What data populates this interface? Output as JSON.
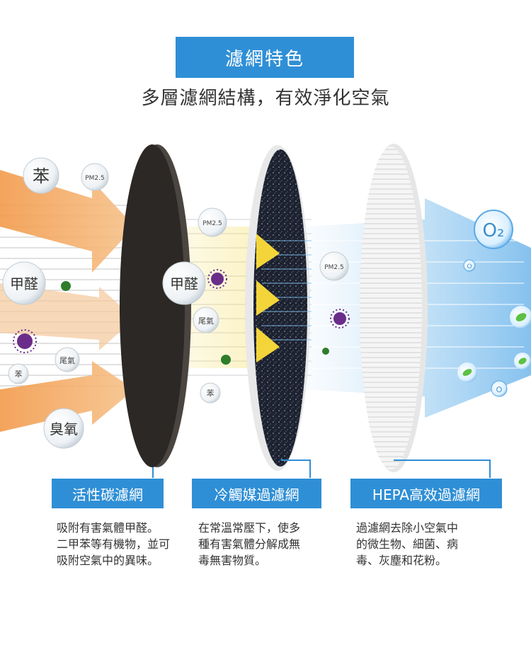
{
  "header": {
    "title": "濾網特色",
    "subtitle": "多層濾網結構，有效淨化空氣"
  },
  "illustration": {
    "pollutant_labels": {
      "benzene_large": "苯",
      "pm25_top": "PM2.5",
      "formaldehyde_left": "甲醛",
      "exhaust_left": "尾氣",
      "benzene_small": "苯",
      "ozone": "臭氧",
      "pm25_mid": "PM2.5",
      "formaldehyde_mid": "甲醛",
      "exhaust_mid": "尾氣",
      "benzene_mid": "苯",
      "pm25_right": "PM2.5",
      "o2_large": "O₂",
      "o2_small_1": "O",
      "o2_small_2": "O"
    }
  },
  "layers": [
    {
      "name": "活性碳濾網",
      "description": "吸附有害氣體甲醛。\n二甲苯等有機物，並可\n吸附空氣中的異味。"
    },
    {
      "name": "冷觸媒過濾網",
      "description": "在常溫常壓下，使多\n種有害氣體分解成無\n毒無害物質。"
    },
    {
      "name": "HEPA高效過濾網",
      "description": "過濾網去除小空氣中\n的微生物、細菌、病\n毒、灰塵和花粉。"
    }
  ],
  "colors": {
    "accent": "#2f8fd6",
    "carbon": "#2b2825",
    "catalyst": "#1a1f2e",
    "hepa": "#f1f1f1",
    "arrow_orange": "#f0a35a"
  }
}
